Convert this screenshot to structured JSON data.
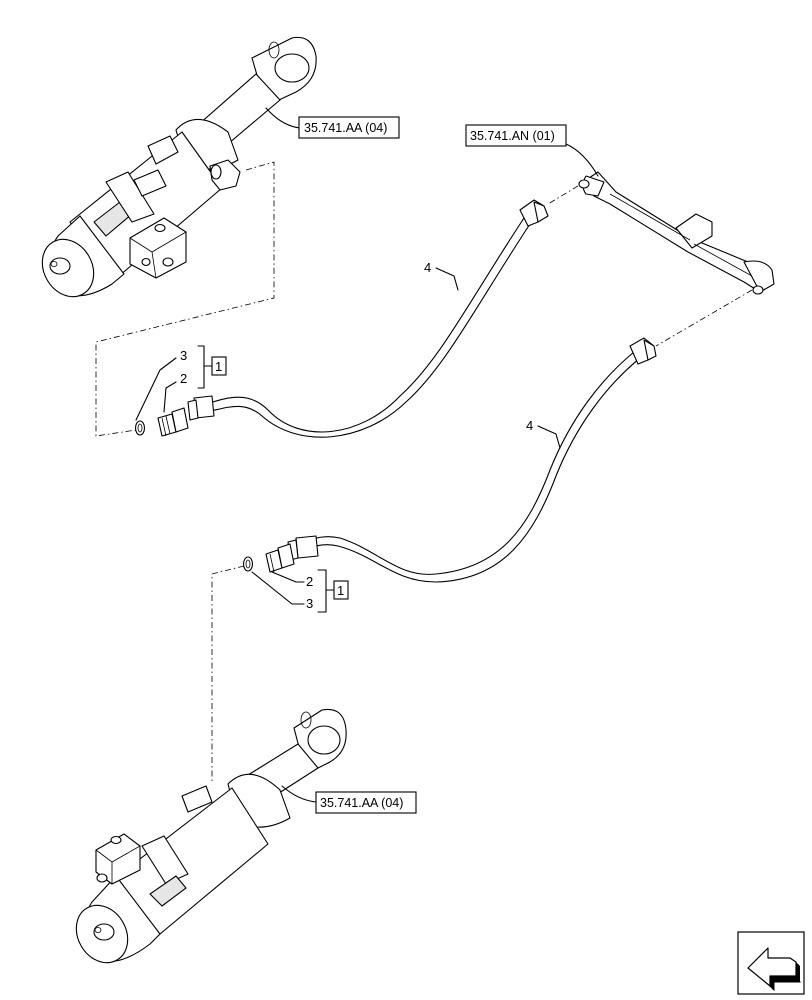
{
  "references": {
    "cylinder_top": "35.741.AA (04)",
    "valve_block": "35.741.AN (01)",
    "cylinder_bottom": "35.741.AA (04)"
  },
  "callouts": {
    "hose_upper": "4",
    "hose_lower": "4",
    "fitting_upper_3": "3",
    "fitting_upper_2": "2",
    "kit_upper": "1",
    "fitting_lower_2": "2",
    "fitting_lower_3": "3",
    "kit_lower": "1"
  },
  "icons": {
    "navigation": "previous-page-arrow-icon"
  }
}
